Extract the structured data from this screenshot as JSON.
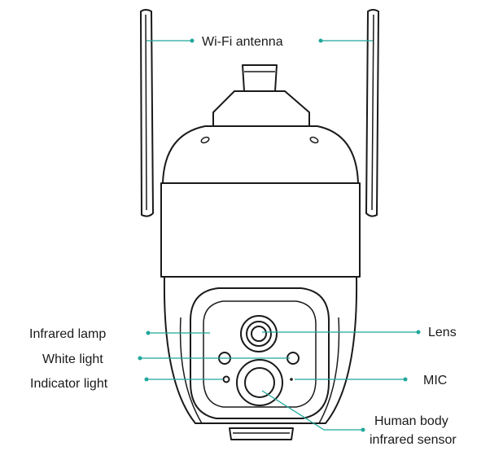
{
  "labels": {
    "wifi_antenna": "Wi-Fi antenna",
    "infrared_lamp": "Infrared lamp",
    "white_light": "White light",
    "indicator_light": "Indicator light",
    "lens": "Lens",
    "mic": "MIC",
    "human_sensor_line1": "Human body",
    "human_sensor_line2": "infrared sensor"
  },
  "colors": {
    "leader": "#1fa89a",
    "outline": "#1a1a1a"
  }
}
